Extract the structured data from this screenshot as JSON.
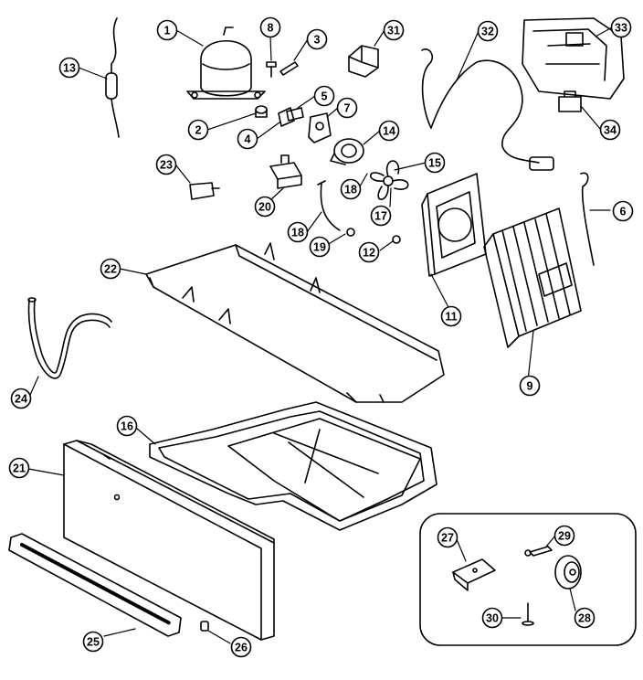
{
  "callouts": [
    {
      "label": "1"
    },
    {
      "label": "8"
    },
    {
      "label": "3"
    },
    {
      "label": "31"
    },
    {
      "label": "32"
    },
    {
      "label": "33"
    },
    {
      "label": "13"
    },
    {
      "label": "5"
    },
    {
      "label": "7"
    },
    {
      "label": "2"
    },
    {
      "label": "4"
    },
    {
      "label": "14"
    },
    {
      "label": "34"
    },
    {
      "label": "23"
    },
    {
      "label": "15"
    },
    {
      "label": "18"
    },
    {
      "label": "17"
    },
    {
      "label": "20"
    },
    {
      "label": "6"
    },
    {
      "label": "18"
    },
    {
      "label": "19"
    },
    {
      "label": "12"
    },
    {
      "label": "22"
    },
    {
      "label": "11"
    },
    {
      "label": "9"
    },
    {
      "label": "24"
    },
    {
      "label": "16"
    },
    {
      "label": "21"
    },
    {
      "label": "27"
    },
    {
      "label": "29"
    },
    {
      "label": "30"
    },
    {
      "label": "28"
    },
    {
      "label": "25"
    },
    {
      "label": "26"
    }
  ]
}
